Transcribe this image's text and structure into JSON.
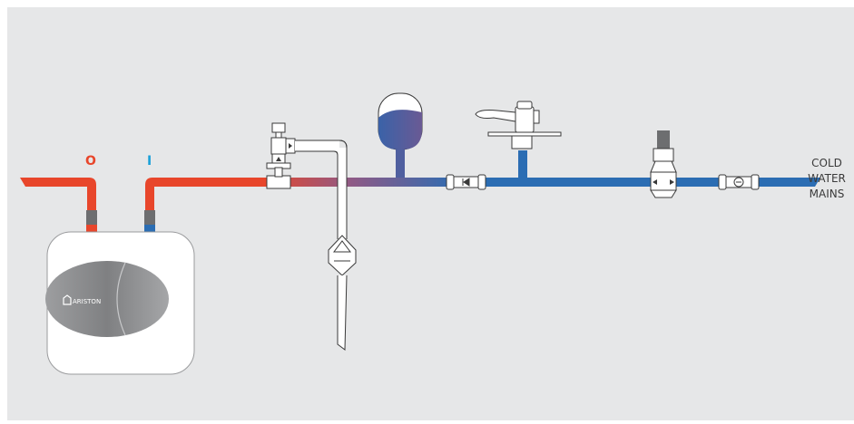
{
  "labels": {
    "hot_outlet": "O",
    "cold_inlet": "I",
    "brand": "ARISTON",
    "mains_line1": "COLD",
    "mains_line2": "WATER",
    "mains_line3": "MAINS"
  },
  "colors": {
    "background": "#e6e7e8",
    "hot": "#e8462b",
    "cold": "#2b6db3",
    "hot_label": "#e8462b",
    "cold_label": "#1aa0d8",
    "heater_body": "#ffffff",
    "heater_front": "#a8a9ab",
    "connector": "#6d6e70",
    "component_outline": "#3a3a3a"
  },
  "icons": {
    "relief_valve": "relief-valve-icon",
    "expansion_vessel": "expansion-vessel-icon",
    "tap": "tap-icon",
    "pressure_reducer": "pressure-reducing-valve-icon",
    "check_valve": "non-return-valve-icon",
    "isolation_valve": "isolation-valve-icon",
    "tundish": "tundish-icon"
  }
}
